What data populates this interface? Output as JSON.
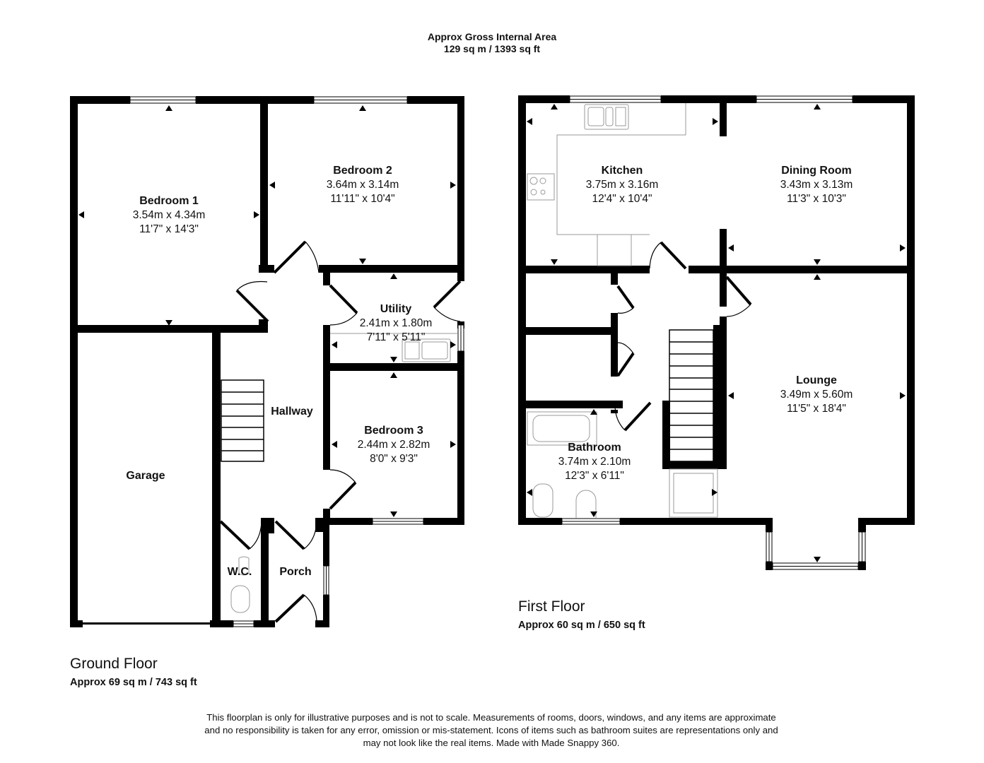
{
  "header": {
    "line1": "Approx Gross Internal Area",
    "line2": "129 sq m / 1393 sq ft"
  },
  "ground_floor": {
    "title": "Ground Floor",
    "area": "Approx 69 sq m / 743 sq ft",
    "rooms": {
      "bedroom1": {
        "name": "Bedroom 1",
        "metric": "3.54m x 4.34m",
        "imperial": "11'7\" x 14'3\""
      },
      "bedroom2": {
        "name": "Bedroom 2",
        "metric": "3.64m x 3.14m",
        "imperial": "11'11\" x 10'4\""
      },
      "utility": {
        "name": "Utility",
        "metric": "2.41m x 1.80m",
        "imperial": "7'11\" x 5'11\""
      },
      "hallway": {
        "name": "Hallway"
      },
      "bedroom3": {
        "name": "Bedroom 3",
        "metric": "2.44m x 2.82m",
        "imperial": "8'0\" x 9'3\""
      },
      "garage": {
        "name": "Garage"
      },
      "wc": {
        "name": "W.C."
      },
      "porch": {
        "name": "Porch"
      }
    }
  },
  "first_floor": {
    "title": "First Floor",
    "area": "Approx 60 sq m / 650 sq ft",
    "rooms": {
      "kitchen": {
        "name": "Kitchen",
        "metric": "3.75m x 3.16m",
        "imperial": "12'4\" x 10'4\""
      },
      "dining": {
        "name": "Dining Room",
        "metric": "3.43m x 3.13m",
        "imperial": "11'3\" x 10'3\""
      },
      "lounge": {
        "name": "Lounge",
        "metric": "3.49m x 5.60m",
        "imperial": "11'5\" x 18'4\""
      },
      "bathroom": {
        "name": "Bathroom",
        "metric": "3.74m x 2.10m",
        "imperial": "12'3\" x 6'11\""
      }
    }
  },
  "disclaimer": {
    "line1": "This floorplan is only for illustrative purposes and is not to scale. Measurements of rooms, doors, windows, and any items are approximate",
    "line2": "and no responsibility is taken for any error, omission or mis-statement. Icons of items such as bathroom suites are representations only and",
    "line3": "may not look like the real items. Made with Made Snappy 360."
  },
  "colors": {
    "wall": "#000000",
    "fixture": "#9a9a9a",
    "background": "#ffffff"
  }
}
